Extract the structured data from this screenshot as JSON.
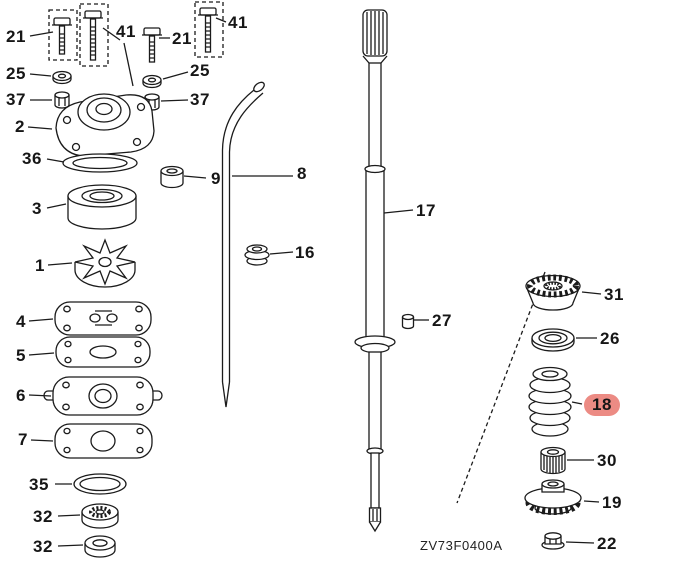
{
  "diagram": {
    "code": "ZV73F0400A",
    "highlight": {
      "label": "18",
      "color": "#ec8b84"
    }
  },
  "parts": [
    "21",
    "41",
    "25",
    "37",
    "2",
    "36",
    "3",
    "1",
    "4",
    "5",
    "6",
    "7",
    "35",
    "32",
    "32",
    "9",
    "8",
    "16",
    "21",
    "41",
    "25",
    "37",
    "17",
    "27",
    "31",
    "26",
    "18",
    "30",
    "19",
    "22"
  ]
}
